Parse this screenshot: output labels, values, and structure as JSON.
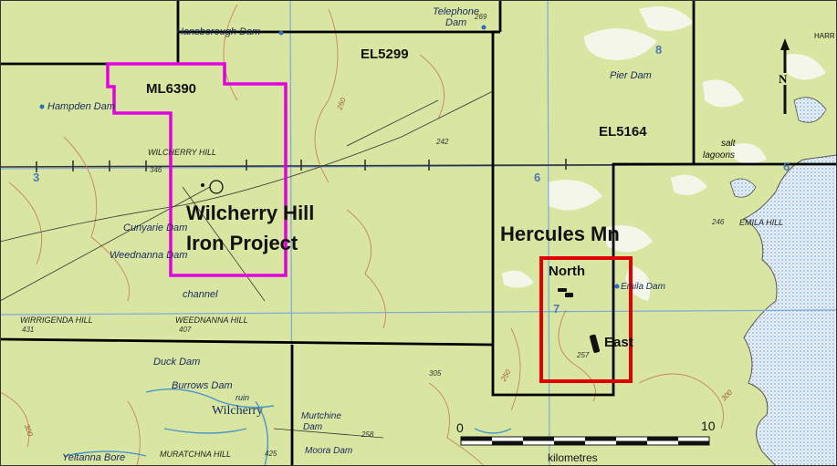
{
  "colors": {
    "land": "#d8e6a2",
    "water": "#e8eff7",
    "lake_stipple": "#4a8ac8",
    "white_patch": "#f4f6ea",
    "creek": "#4a96c8",
    "contour": "#c8845a",
    "grid": "#7ea8d8",
    "tenement_line": "#000000",
    "mining_lease": "#e000e0",
    "deposit_box": "#e00000",
    "road": "#333333"
  },
  "tenements": {
    "ml": "ML6390",
    "el_west": "EL5299",
    "el_east": "EL5164"
  },
  "project": {
    "line1": "Wilcherry Hill",
    "line2": "Iron Project"
  },
  "mine": {
    "name": "Hercules Mn",
    "north": "North",
    "east": "East"
  },
  "places": {
    "hansborough": "Hansborough Dam",
    "telephone1": "Telephone",
    "telephone2": "Dam",
    "pier": "Pier Dam",
    "hampden": "Hampden Dam",
    "cunyarie": "Cunyarie Dam",
    "weednanna_dam": "Weednanna Dam",
    "channel": "channel",
    "duck": "Duck Dam",
    "burrows": "Burrows Dam",
    "ruin": "ruin",
    "wilcherry": "Wilcherry",
    "murtchine1": "Murtchine",
    "murtchine2": "Dam",
    "moora": "Moora Dam",
    "yeltanna": "Yeltanna Bore",
    "emila": "Emila Dam",
    "salt": "salt",
    "lagoons": "lagoons",
    "harr": "HARR"
  },
  "hills": {
    "wilcherry_hill": "WILCHERRY HILL",
    "wirrigenda": "WIRRIGENDA HILL",
    "weednanna_hill": "WEEDNANNA HILL",
    "murtchine_hill": "MURATCHNA HILL",
    "emila_hill": "EMILA HILL"
  },
  "spot_heights": {
    "h269": "269",
    "h242": "242",
    "h346": "346",
    "h431": "431",
    "h407": "407",
    "h305": "305",
    "h258": "258",
    "h257": "257",
    "h246": "246",
    "h425": "425"
  },
  "grid_numbers": {
    "g3": "3",
    "g6": "6",
    "g7": "7",
    "g8": "8",
    "g6e": "6"
  },
  "contours": {
    "c250a": "250",
    "c250b": "250",
    "c300": "300",
    "c300e": "300"
  },
  "north_arrow": "N",
  "scale": {
    "start": "0",
    "end": "10",
    "unit": "kilometres"
  }
}
